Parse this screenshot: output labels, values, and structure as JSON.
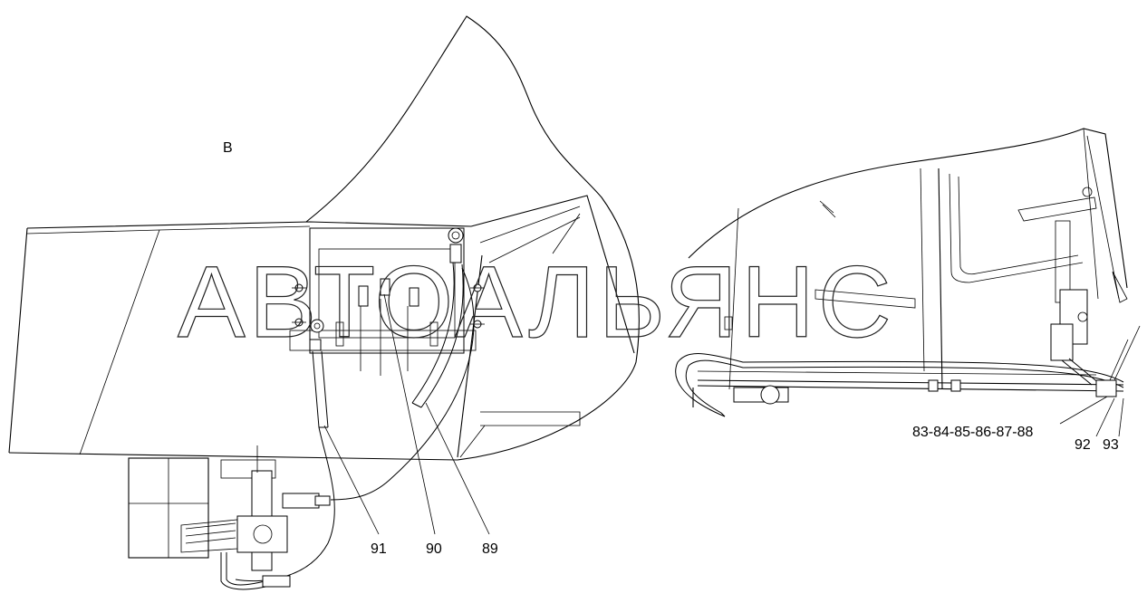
{
  "view_label": "В",
  "watermark": "АВТОАЛЬЯНС",
  "callouts": {
    "c91": "91",
    "c90": "90",
    "c89": "89",
    "c83_88": "83-84-85-86-87-88",
    "c92": "92",
    "c93": "93"
  }
}
